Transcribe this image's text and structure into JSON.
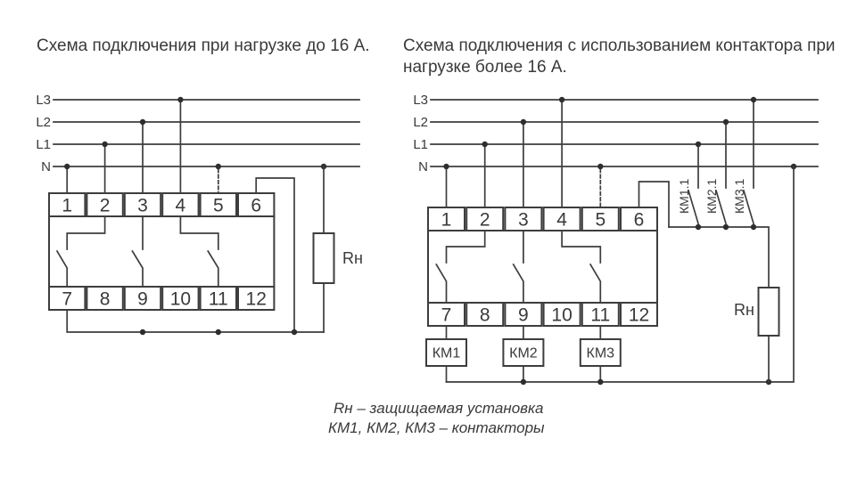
{
  "colors": {
    "background": "#ffffff",
    "stroke": "#3d3d3d",
    "text": "#3a3a3a"
  },
  "left_diagram": {
    "title": "Схема подключения при нагрузке до 16 А.",
    "power_lines": [
      "L3",
      "L2",
      "L1",
      "N"
    ],
    "terminals_top": [
      "1",
      "2",
      "3",
      "4",
      "5",
      "6"
    ],
    "terminals_bottom": [
      "7",
      "8",
      "9",
      "10",
      "11",
      "12"
    ],
    "load_label": "Rн"
  },
  "right_diagram": {
    "title_line1": "Схема подключения с использованием контактора при",
    "title_line2": "нагрузке более 16 А.",
    "power_lines": [
      "L3",
      "L2",
      "L1",
      "N"
    ],
    "terminals_top": [
      "1",
      "2",
      "3",
      "4",
      "5",
      "6"
    ],
    "terminals_bottom": [
      "7",
      "8",
      "9",
      "10",
      "11",
      "12"
    ],
    "load_label": "Rн",
    "contactor_contacts": [
      "КМ1.1",
      "КМ2.1",
      "КМ3.1"
    ],
    "contactor_coils": [
      "КМ1",
      "КМ2",
      "КМ3"
    ]
  },
  "legend": {
    "line1": "Rн – защищаемая установка",
    "line2": "КМ1, КМ2, КМ3 – контакторы"
  }
}
